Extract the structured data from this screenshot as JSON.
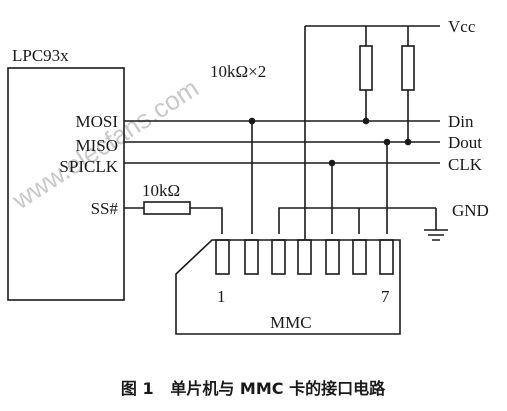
{
  "mcu": {
    "name": "LPC93x",
    "pins": [
      "MOSI",
      "MISO",
      "SPICLK",
      "SS#"
    ]
  },
  "resistors": {
    "pullup_label": "10kΩ×2",
    "series_label": "10kΩ"
  },
  "nets": {
    "vcc": "Vcc",
    "din": "Din",
    "dout": "Dout",
    "clk": "CLK",
    "gnd": "GND"
  },
  "card": {
    "name": "MMC",
    "pin_first": "1",
    "pin_last": "7"
  },
  "caption": "图 1   单片机与 MMC 卡的接口电路",
  "watermark": "www.elecfans.com"
}
